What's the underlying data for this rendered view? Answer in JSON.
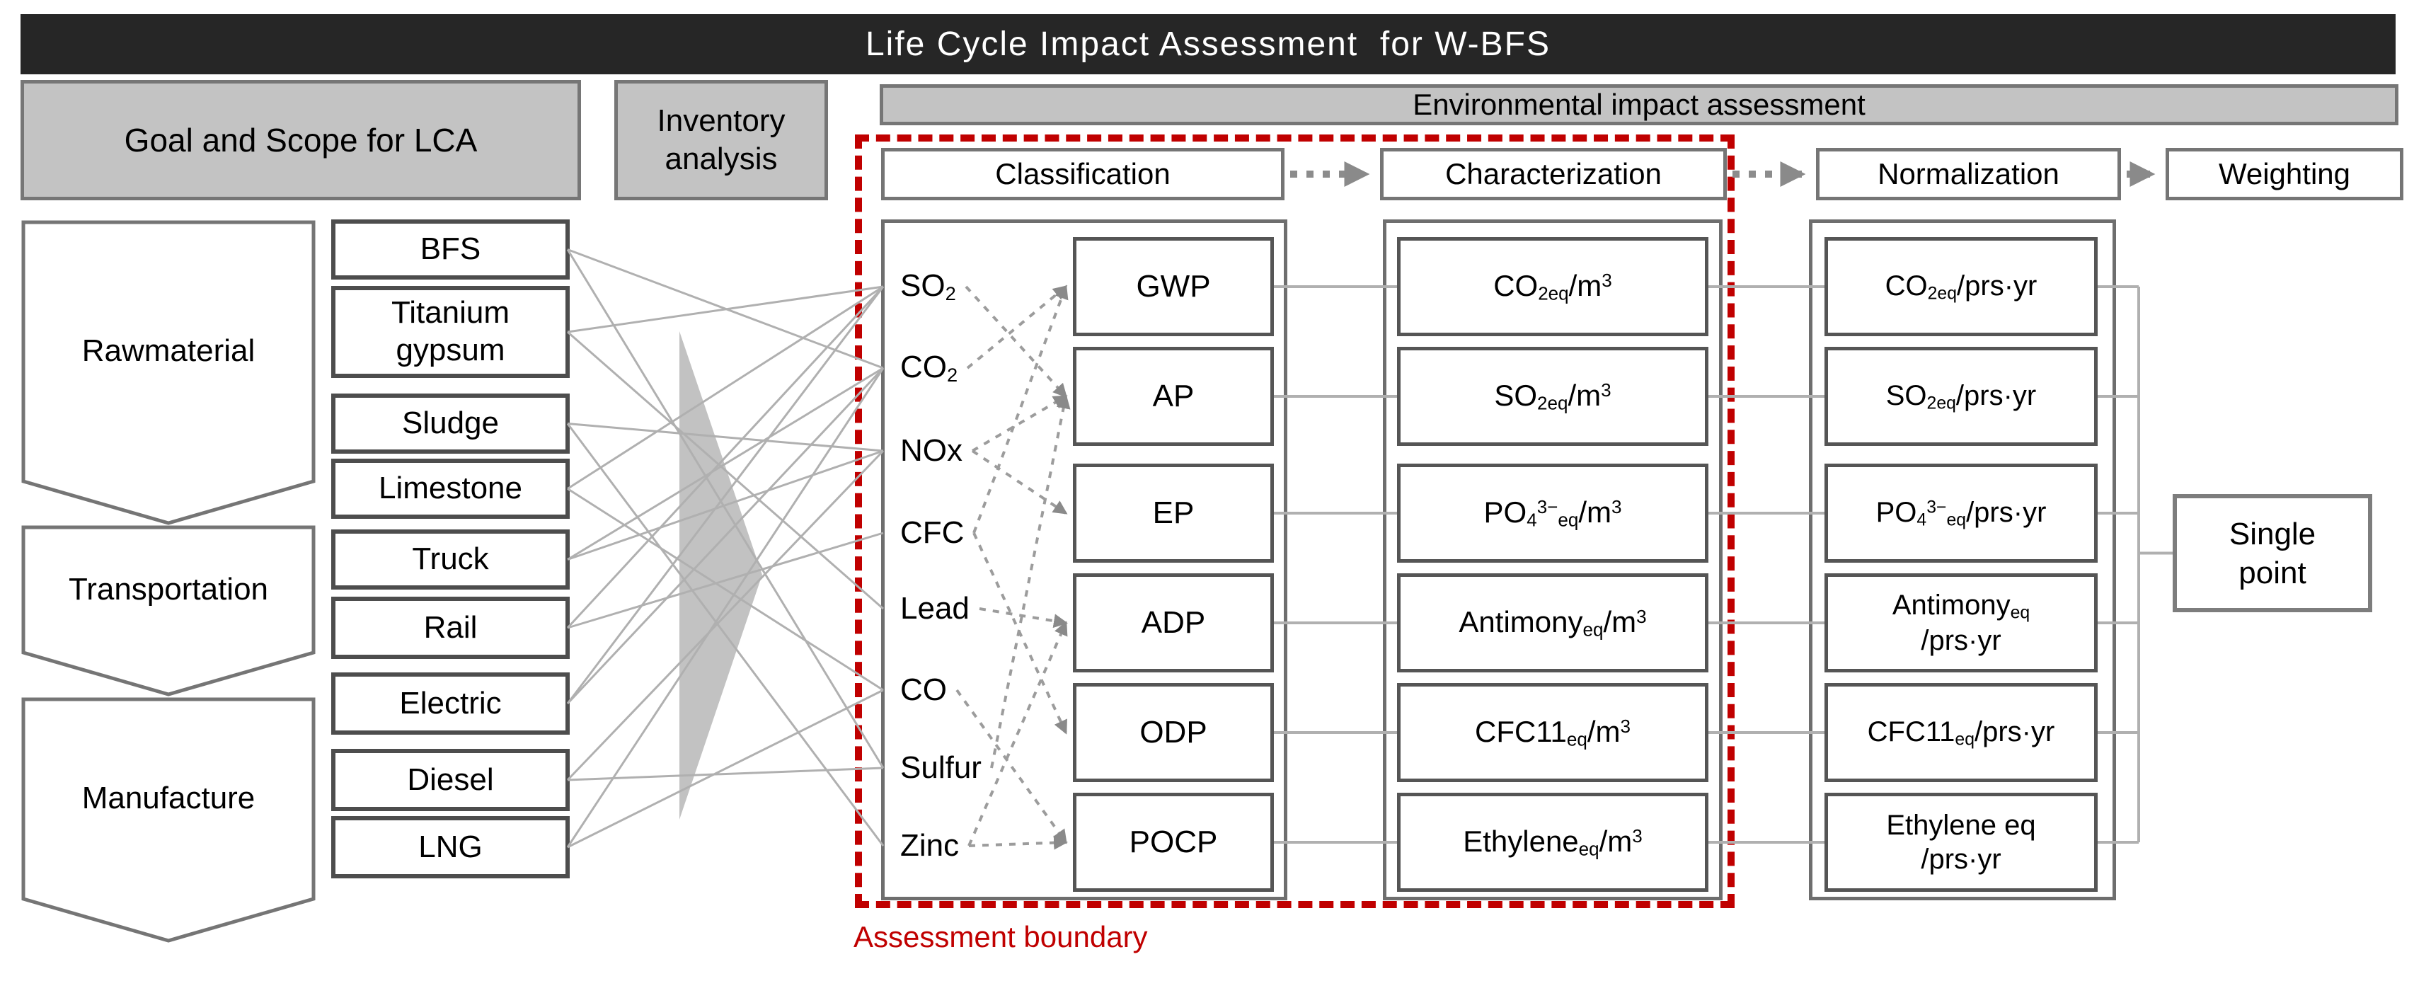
{
  "title_bar": {
    "label": "Life Cycle Impact Assessment  for W-BFS"
  },
  "colors": {
    "title_bg": "#262626",
    "title_fg": "#ffffff",
    "panel_gray": "#c3c3c3",
    "panel_border": "#767676",
    "box_border_dark": "#4d4d4d",
    "line_gray": "#b0b0b0",
    "boundary_red": "#c00000",
    "funnel_gray": "#c2c2c2"
  },
  "goal_box": {
    "label": "Goal and Scope for LCA"
  },
  "inventory_box": {
    "rich": [
      {
        "t": "Inventory"
      },
      {
        "br": true
      },
      {
        "t": "analysis"
      }
    ]
  },
  "env_header": {
    "label": "Environmental impact assessment"
  },
  "steps": [
    {
      "id": "classification",
      "label": "Classification"
    },
    {
      "id": "characterization",
      "label": "Characterization"
    },
    {
      "id": "normalization",
      "label": "Normalization"
    },
    {
      "id": "weighting",
      "label": "Weighting"
    }
  ],
  "phases": [
    {
      "id": "raw-material",
      "rich": [
        {
          "t": "Raw"
        },
        {
          "br": true
        },
        {
          "t": "material"
        }
      ]
    },
    {
      "id": "transportation",
      "rich": [
        {
          "t": "Transportation"
        }
      ]
    },
    {
      "id": "manufacture",
      "rich": [
        {
          "t": "Manufacture"
        }
      ]
    }
  ],
  "inventory_items": [
    {
      "id": "bfs",
      "rich": [
        {
          "t": "BFS"
        }
      ]
    },
    {
      "id": "titanium-gypsum",
      "rich": [
        {
          "t": "Titanium"
        },
        {
          "br": true
        },
        {
          "t": "gypsum"
        }
      ]
    },
    {
      "id": "sludge",
      "rich": [
        {
          "t": "Sludge"
        }
      ]
    },
    {
      "id": "limestone",
      "rich": [
        {
          "t": "Limestone"
        }
      ]
    },
    {
      "id": "truck",
      "rich": [
        {
          "t": "Truck"
        }
      ]
    },
    {
      "id": "rail",
      "rich": [
        {
          "t": "Rail"
        }
      ]
    },
    {
      "id": "electric",
      "rich": [
        {
          "t": "Electric"
        }
      ]
    },
    {
      "id": "diesel",
      "rich": [
        {
          "t": "Diesel"
        }
      ]
    },
    {
      "id": "lng",
      "rich": [
        {
          "t": "LNG"
        }
      ]
    }
  ],
  "substances": [
    {
      "id": "so2",
      "rich": [
        {
          "t": "SO"
        },
        {
          "t": "2",
          "s": "sub"
        }
      ]
    },
    {
      "id": "co2",
      "rich": [
        {
          "t": "CO"
        },
        {
          "t": "2",
          "s": "sub"
        }
      ]
    },
    {
      "id": "nox",
      "rich": [
        {
          "t": "NOx"
        }
      ]
    },
    {
      "id": "cfc",
      "rich": [
        {
          "t": "CFC"
        }
      ]
    },
    {
      "id": "lead",
      "rich": [
        {
          "t": "Lead"
        }
      ]
    },
    {
      "id": "co",
      "rich": [
        {
          "t": "CO"
        }
      ]
    },
    {
      "id": "sulfur",
      "rich": [
        {
          "t": "Sulfur"
        }
      ]
    },
    {
      "id": "zinc",
      "rich": [
        {
          "t": "Zinc"
        }
      ]
    }
  ],
  "impact_categories": [
    {
      "id": "gwp",
      "label": "GWP"
    },
    {
      "id": "ap",
      "label": "AP"
    },
    {
      "id": "ep",
      "label": "EP"
    },
    {
      "id": "adp",
      "label": "ADP"
    },
    {
      "id": "odp",
      "label": "ODP"
    },
    {
      "id": "pocp",
      "label": "POCP"
    }
  ],
  "characterization_units": [
    {
      "rich": [
        {
          "t": "CO"
        },
        {
          "t": "2eq",
          "s": "sub"
        },
        {
          "t": "/m"
        },
        {
          "t": "3",
          "s": "sup"
        }
      ]
    },
    {
      "rich": [
        {
          "t": "SO"
        },
        {
          "t": "2eq",
          "s": "sub"
        },
        {
          "t": "/m"
        },
        {
          "t": "3",
          "s": "sup"
        }
      ]
    },
    {
      "rich": [
        {
          "t": "PO"
        },
        {
          "t": "4",
          "s": "sub"
        },
        {
          "t": "3−",
          "s": "sup"
        },
        {
          "t": "eq",
          "s": "sub"
        },
        {
          "t": "/m"
        },
        {
          "t": "3",
          "s": "sup"
        }
      ]
    },
    {
      "rich": [
        {
          "t": "Antimony"
        },
        {
          "t": "eq",
          "s": "sub"
        },
        {
          "t": "/m"
        },
        {
          "t": "3",
          "s": "sup"
        }
      ]
    },
    {
      "rich": [
        {
          "t": "CFC11"
        },
        {
          "t": "eq",
          "s": "sub"
        },
        {
          "t": "/m"
        },
        {
          "t": "3",
          "s": "sup"
        }
      ]
    },
    {
      "rich": [
        {
          "t": "Ethylene"
        },
        {
          "t": "eq",
          "s": "sub"
        },
        {
          "t": "/m"
        },
        {
          "t": "3",
          "s": "sup"
        }
      ]
    }
  ],
  "normalization_units": [
    {
      "rich": [
        {
          "t": "CO"
        },
        {
          "t": "2eq",
          "s": "sub"
        },
        {
          "t": "/prs·yr"
        }
      ]
    },
    {
      "rich": [
        {
          "t": "SO"
        },
        {
          "t": "2eq",
          "s": "sub"
        },
        {
          "t": "/prs·yr"
        }
      ]
    },
    {
      "rich": [
        {
          "t": "PO"
        },
        {
          "t": "4",
          "s": "sub"
        },
        {
          "t": "3−",
          "s": "sup"
        },
        {
          "t": "eq",
          "s": "sub"
        },
        {
          "t": "/prs·yr"
        }
      ]
    },
    {
      "rich": [
        {
          "t": "Antimony"
        },
        {
          "t": "eq",
          "s": "sub"
        },
        {
          "br": true
        },
        {
          "t": "/prs·yr"
        }
      ]
    },
    {
      "rich": [
        {
          "t": "CFC11"
        },
        {
          "t": "eq",
          "s": "sub"
        },
        {
          "t": "/prs·yr"
        }
      ]
    },
    {
      "rich": [
        {
          "t": "Ethylene eq"
        },
        {
          "br": true
        },
        {
          "t": "/prs·yr"
        }
      ]
    }
  ],
  "single_point": {
    "rich": [
      {
        "t": "Single"
      },
      {
        "br": true
      },
      {
        "t": "point"
      }
    ]
  },
  "assessment_boundary": {
    "label": "Assessment boundary"
  },
  "connectors": {
    "item_to_substance": [
      [
        "bfs",
        "co2"
      ],
      [
        "bfs",
        "sulfur"
      ],
      [
        "titanium-gypsum",
        "so2"
      ],
      [
        "titanium-gypsum",
        "lead"
      ],
      [
        "sludge",
        "nox"
      ],
      [
        "sludge",
        "zinc"
      ],
      [
        "limestone",
        "so2"
      ],
      [
        "limestone",
        "co"
      ],
      [
        "truck",
        "co2"
      ],
      [
        "truck",
        "nox"
      ],
      [
        "rail",
        "so2"
      ],
      [
        "rail",
        "cfc"
      ],
      [
        "electric",
        "co2"
      ],
      [
        "electric",
        "so2"
      ],
      [
        "diesel",
        "nox"
      ],
      [
        "diesel",
        "sulfur"
      ],
      [
        "lng",
        "co2"
      ],
      [
        "lng",
        "co"
      ]
    ],
    "substance_to_category": [
      [
        "so2",
        "ap"
      ],
      [
        "co2",
        "gwp"
      ],
      [
        "nox",
        "ap"
      ],
      [
        "nox",
        "ep"
      ],
      [
        "cfc",
        "gwp"
      ],
      [
        "cfc",
        "odp"
      ],
      [
        "lead",
        "adp"
      ],
      [
        "co",
        "pocp"
      ],
      [
        "sulfur",
        "ap"
      ],
      [
        "zinc",
        "adp"
      ],
      [
        "zinc",
        "pocp"
      ]
    ]
  }
}
